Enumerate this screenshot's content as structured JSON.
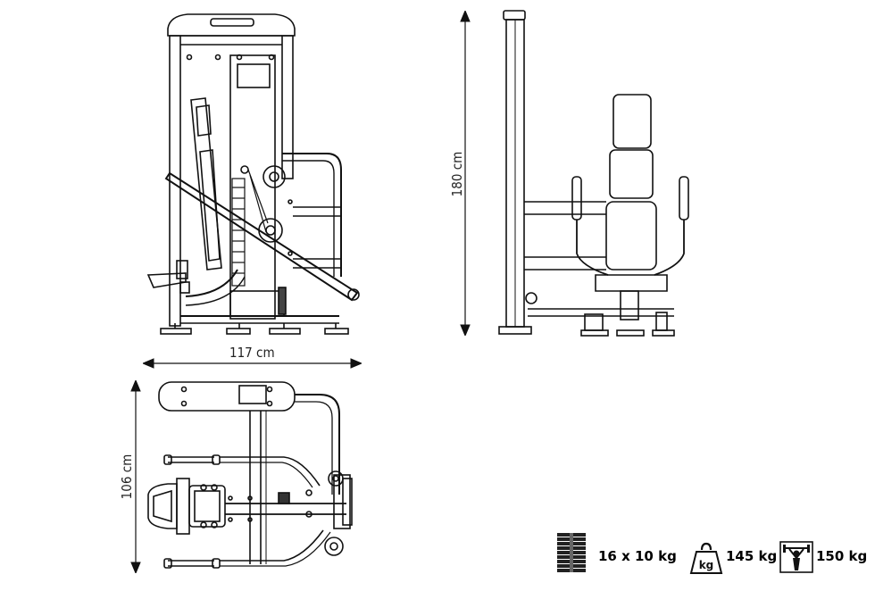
{
  "dimensions": {
    "width_label": "117 cm",
    "height_label": "180 cm",
    "depth_label": "106 cm"
  },
  "specs": {
    "weight_stack": "16 x 10 kg",
    "weight_stack_icon": "weight-plates-icon",
    "machine_weight": "145 kg",
    "machine_weight_icon": "kg-weight-icon",
    "machine_weight_icon_text": "kg",
    "max_user_weight": "150 kg",
    "max_user_weight_icon": "max-load-icon"
  }
}
